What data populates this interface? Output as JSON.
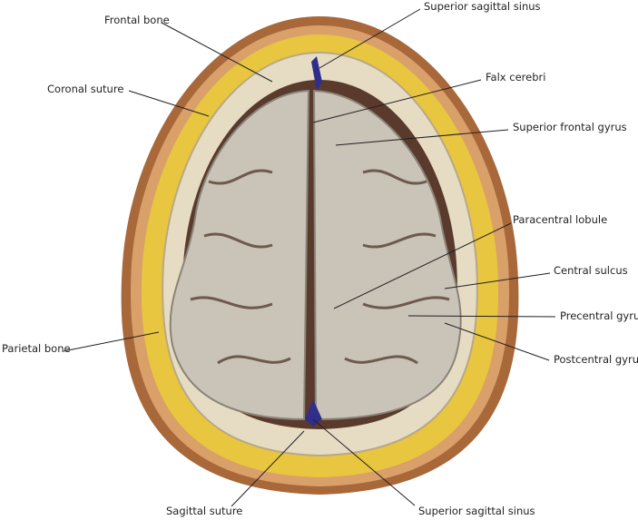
{
  "labels": {
    "frontal_bone": "Frontal bone",
    "superior_sagittal_sinus_top": "Superior sagittal sinus",
    "coronal_suture": "Coronal suture",
    "falx_cerebri": "Falx cerebri",
    "superior_frontal_gyrus": "Superior frontal gyrus",
    "paracentral_lobule": "Paracentral lobule",
    "central_sulcus": "Central sulcus",
    "precentral_gyrus": "Precentral gyrus",
    "parietal_bone": "Parietal bone",
    "postcentral_gyrus": "Postcentral gyrus",
    "sagittal_suture": "Sagittal suture",
    "superior_sagittal_sinus_bottom": "Superior sagittal sinus"
  },
  "colors": {
    "skin": "#a8683a",
    "scalp": "#d9a06a",
    "fat": "#e8c640",
    "bone": "#e6dcc4",
    "dura": "#5a3a2c",
    "brain": "#c9c3b8",
    "sinus": "#2f2f8a"
  }
}
